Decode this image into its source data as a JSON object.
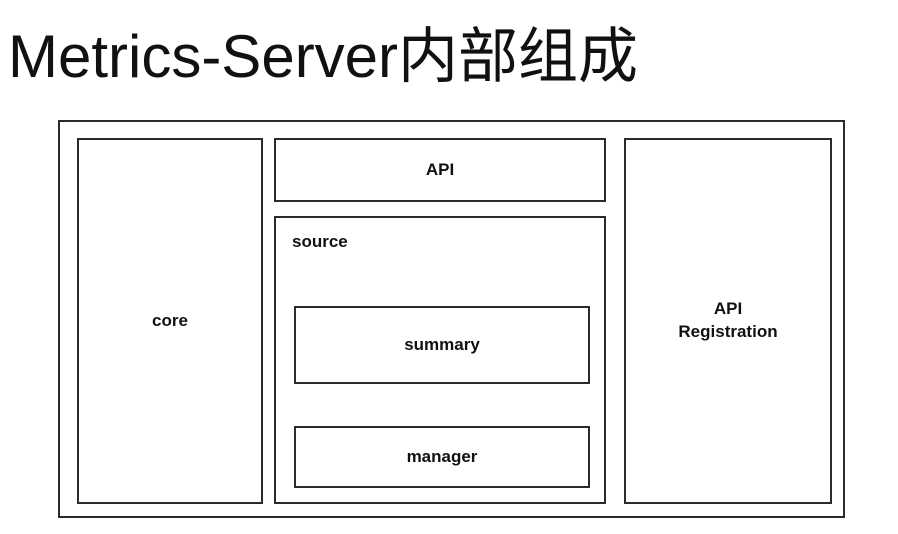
{
  "title": "Metrics-Server内部组成",
  "diagram": {
    "core_label": "core",
    "api_label": "API",
    "source_label": "source",
    "summary_label": "summary",
    "manager_label": "manager",
    "api_registration_label": "API\nRegistration"
  }
}
